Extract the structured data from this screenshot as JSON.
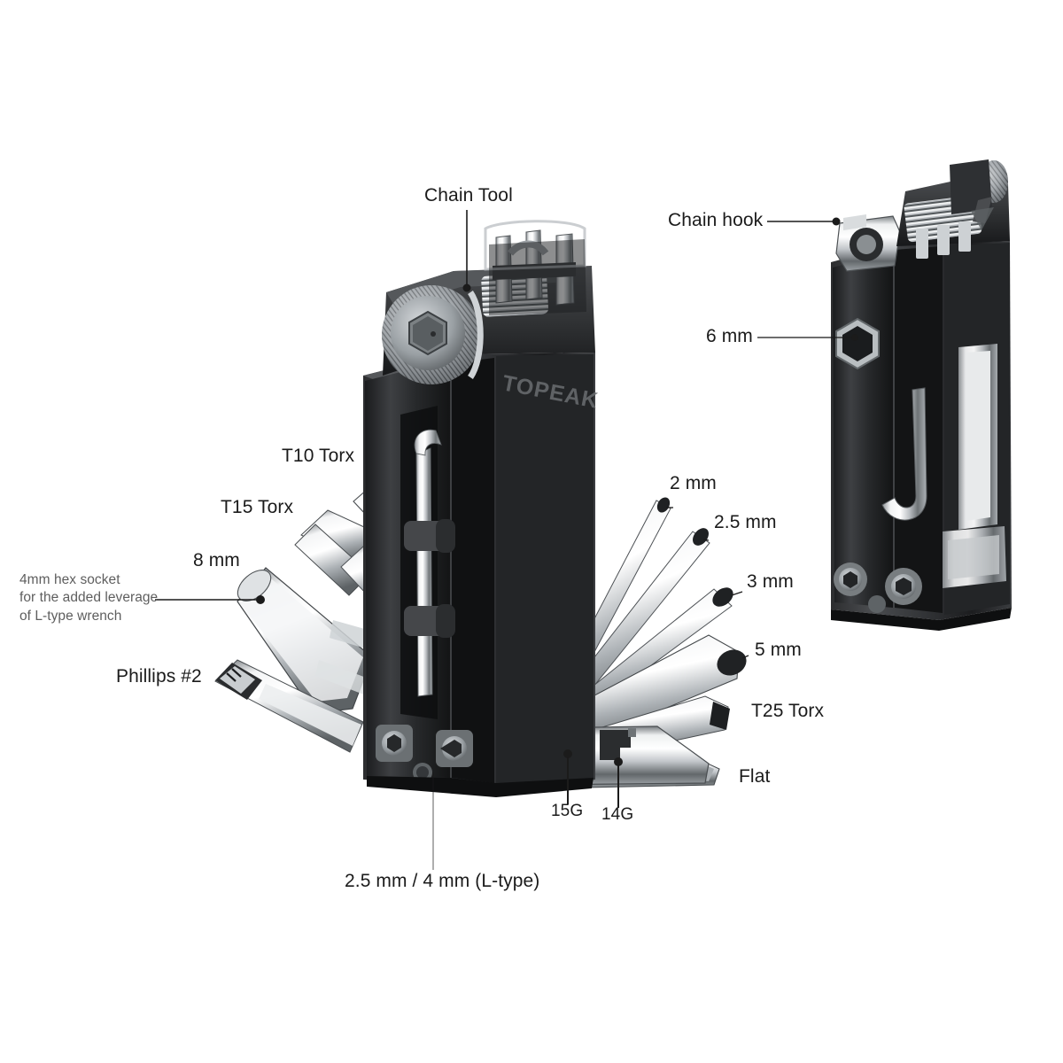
{
  "diagram": {
    "title": "Topeak folding bicycle multi-tool exploded callout diagram",
    "background_color": "#ffffff",
    "label_color": "#1b1b1b",
    "note_color": "#5e5e5e",
    "leader_color": "#1b1b1b"
  },
  "brand": {
    "name": "TOPEAK",
    "embossed_on": "tool-body"
  },
  "callouts": {
    "chain_tool": "Chain Tool",
    "chain_hook": "Chain hook",
    "hex_6mm": "6 mm",
    "torx_t10": "T10 Torx",
    "torx_t15": "T15 Torx",
    "wrench_8mm": "8 mm",
    "hex_socket_note": "4mm hex socket\nfor the added leverage\nof L-type wrench",
    "phillips_2": "Phillips #2",
    "hex_2mm": "2 mm",
    "hex_2_5mm": "2.5 mm",
    "hex_3mm": "3 mm",
    "hex_5mm": "5 mm",
    "torx_t25": "T25 Torx",
    "flat": "Flat",
    "spoke_15g": "15G",
    "spoke_14g": "14G",
    "l_type": "2.5 mm / 4 mm (L-type)"
  }
}
